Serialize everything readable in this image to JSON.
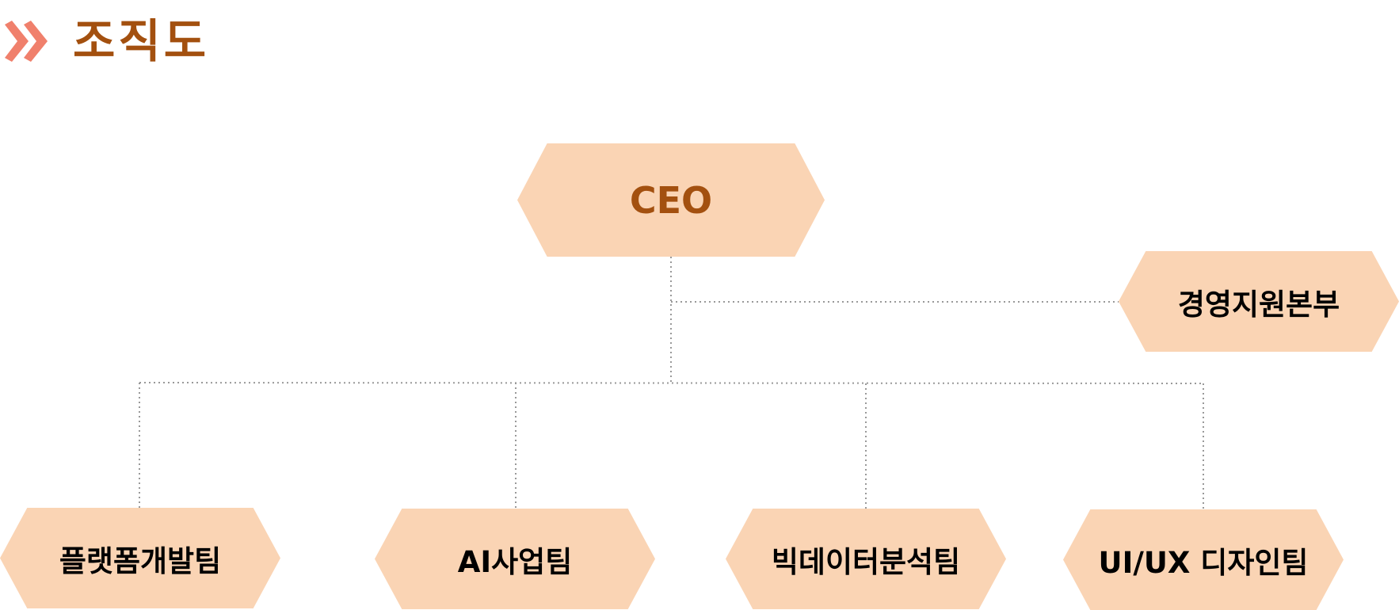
{
  "header": {
    "title": "조직도",
    "icon": "double-chevron-right-icon"
  },
  "colors": {
    "accent": "#a3500f",
    "chevron": "#f0806c",
    "node_fill": "#fad4b4",
    "connector": "#999999"
  },
  "org_chart": {
    "ceo": "CEO",
    "staff": "경영지원본부",
    "teams": [
      "플랫폼개발팀",
      "AI사업팀",
      "빅데이터분석팀",
      "UI/UX 디자인팀"
    ]
  }
}
